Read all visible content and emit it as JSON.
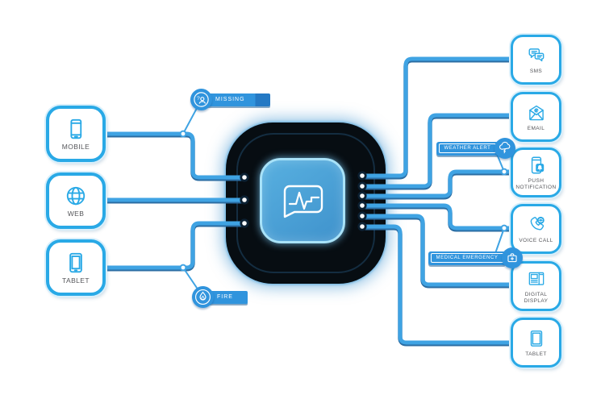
{
  "diagram_title": "emergency-alert-dispatch-diagram",
  "hub": {
    "icon": "pulse-monitor-icon"
  },
  "left_nodes": [
    {
      "id": "mobile",
      "label": "MOBILE",
      "icon": "smartphone-icon"
    },
    {
      "id": "web",
      "label": "WEB",
      "icon": "globe-icon"
    },
    {
      "id": "tablet",
      "label": "TABLET",
      "icon": "tablet-icon"
    }
  ],
  "right_nodes": [
    {
      "id": "sms",
      "label": "SMS",
      "icon": "chat-bubbles-icon"
    },
    {
      "id": "email",
      "label": "EMAIL",
      "icon": "open-envelope-icon"
    },
    {
      "id": "push",
      "label": "PUSH NOTIFICATION",
      "icon": "phone-bell-icon"
    },
    {
      "id": "voice",
      "label": "VOICE CALL",
      "icon": "phone-handset-icon"
    },
    {
      "id": "digital-display",
      "label": "DIGITAL DISPLAY",
      "icon": "billboard-icon"
    },
    {
      "id": "tablet-out",
      "label": "TABLET",
      "icon": "tablet-icon"
    }
  ],
  "badges": [
    {
      "id": "missing",
      "label": "MISSING",
      "icon": "missing-person-icon",
      "icon_glyph": "?"
    },
    {
      "id": "fire",
      "label": "FIRE",
      "icon": "flame-icon"
    },
    {
      "id": "weather",
      "label": "WEATHER ALERT",
      "icon": "storm-cloud-icon"
    },
    {
      "id": "medical",
      "label": "MEDICAL EMERGENCY",
      "icon": "first-aid-kit-icon"
    }
  ],
  "colors": {
    "accent": "#29a9e6",
    "wire": "#3fa3e3",
    "wire_shadow": "#2b6da3",
    "badge_fill": "#3094dd",
    "hub_fill": "#4da5dc",
    "hub_border": "#a8e2f8",
    "hub_chip": "#070d12",
    "label_text": "#55565a",
    "background": "#ffffff"
  }
}
